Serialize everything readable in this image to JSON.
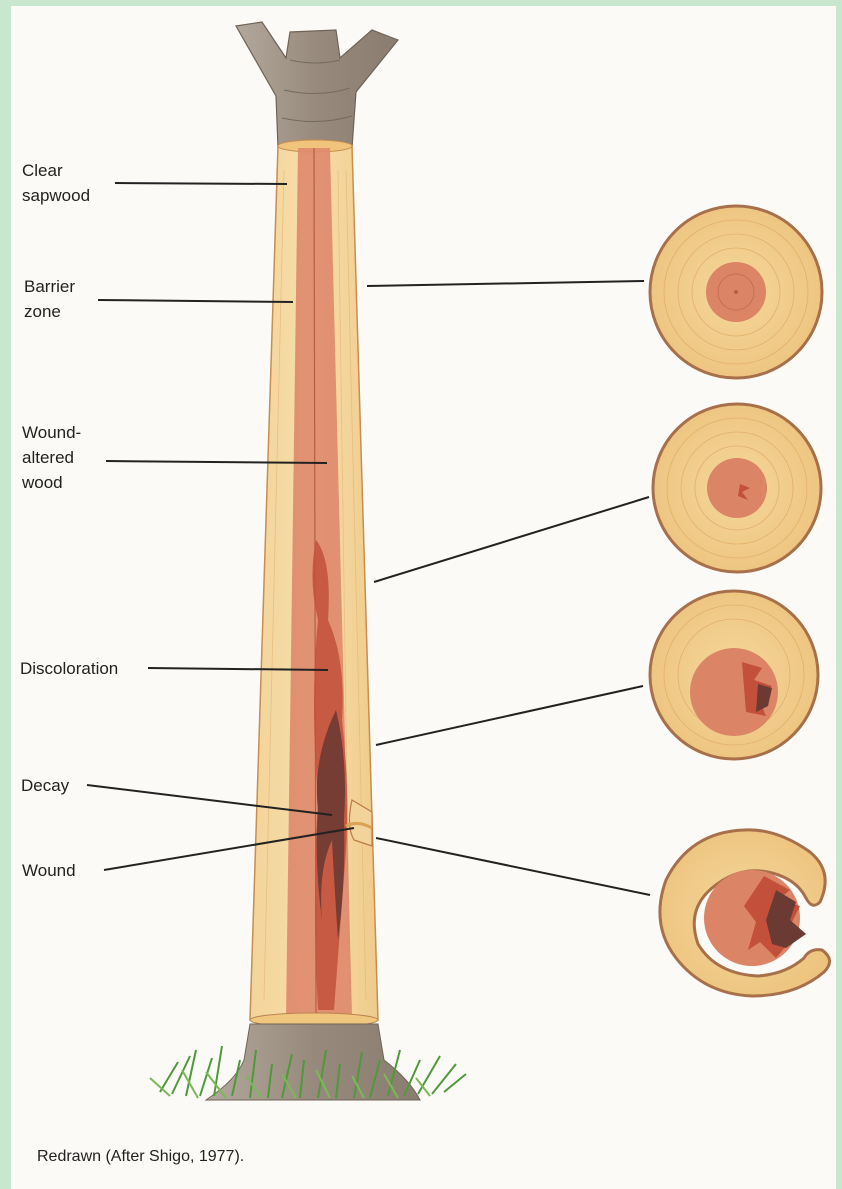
{
  "labels": {
    "clear_sapwood": "Clear\nsapwood",
    "barrier_zone": "Barrier\nzone",
    "wound_altered_wood": "Wound-\naltered\nwood",
    "discoloration": "Discoloration",
    "decay": "Decay",
    "wound": "Wound"
  },
  "caption": "Redrawn (After Shigo, 1977).",
  "colors": {
    "background": "#c9e7cf",
    "sapwood": "#f0cf8e",
    "altered_wood": "#dc8466",
    "discoloration": "#c2503a",
    "decay": "#6b3a33",
    "bark": "#a39689",
    "grass": "#4e9a3a"
  }
}
